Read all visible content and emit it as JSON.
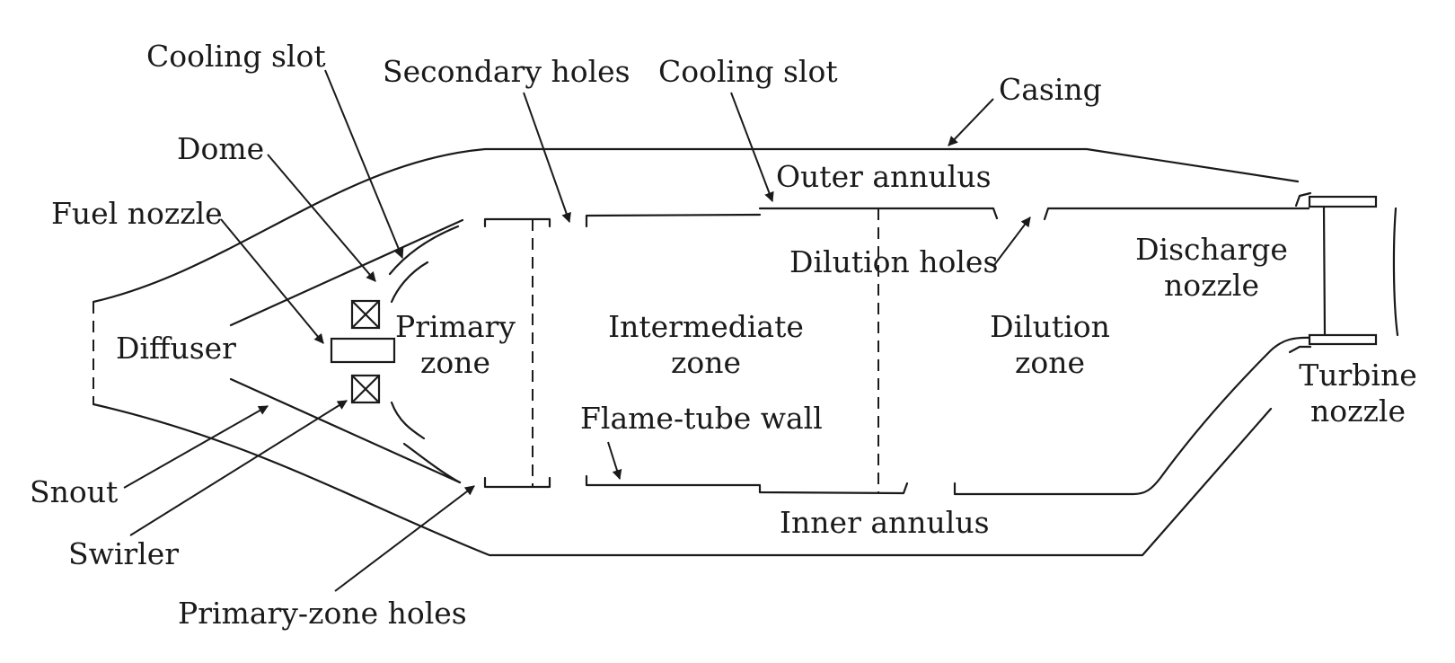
{
  "labels": {
    "cooling_slot_left": "Cooling slot",
    "secondary_holes": "Secondary holes",
    "cooling_slot_right": "Cooling slot",
    "casing": "Casing",
    "dome": "Dome",
    "outer_annulus": "Outer annulus",
    "fuel_nozzle": "Fuel nozzle",
    "dilution_holes": "Dilution holes",
    "discharge_nozzle_1": "Discharge",
    "discharge_nozzle_2": "nozzle",
    "diffuser": "Diffuser",
    "primary_zone_1": "Primary",
    "primary_zone_2": "zone",
    "intermediate_zone_1": "Intermediate",
    "intermediate_zone_2": "zone",
    "dilution_zone_1": "Dilution",
    "dilution_zone_2": "zone",
    "turbine_nozzle_1": "Turbine",
    "turbine_nozzle_2": "nozzle",
    "flame_tube_wall": "Flame-tube wall",
    "snout": "Snout",
    "inner_annulus": "Inner annulus",
    "swirler": "Swirler",
    "primary_zone_holes": "Primary-zone holes"
  },
  "colors": {
    "line": "#1a1a1a",
    "background": "#ffffff"
  }
}
